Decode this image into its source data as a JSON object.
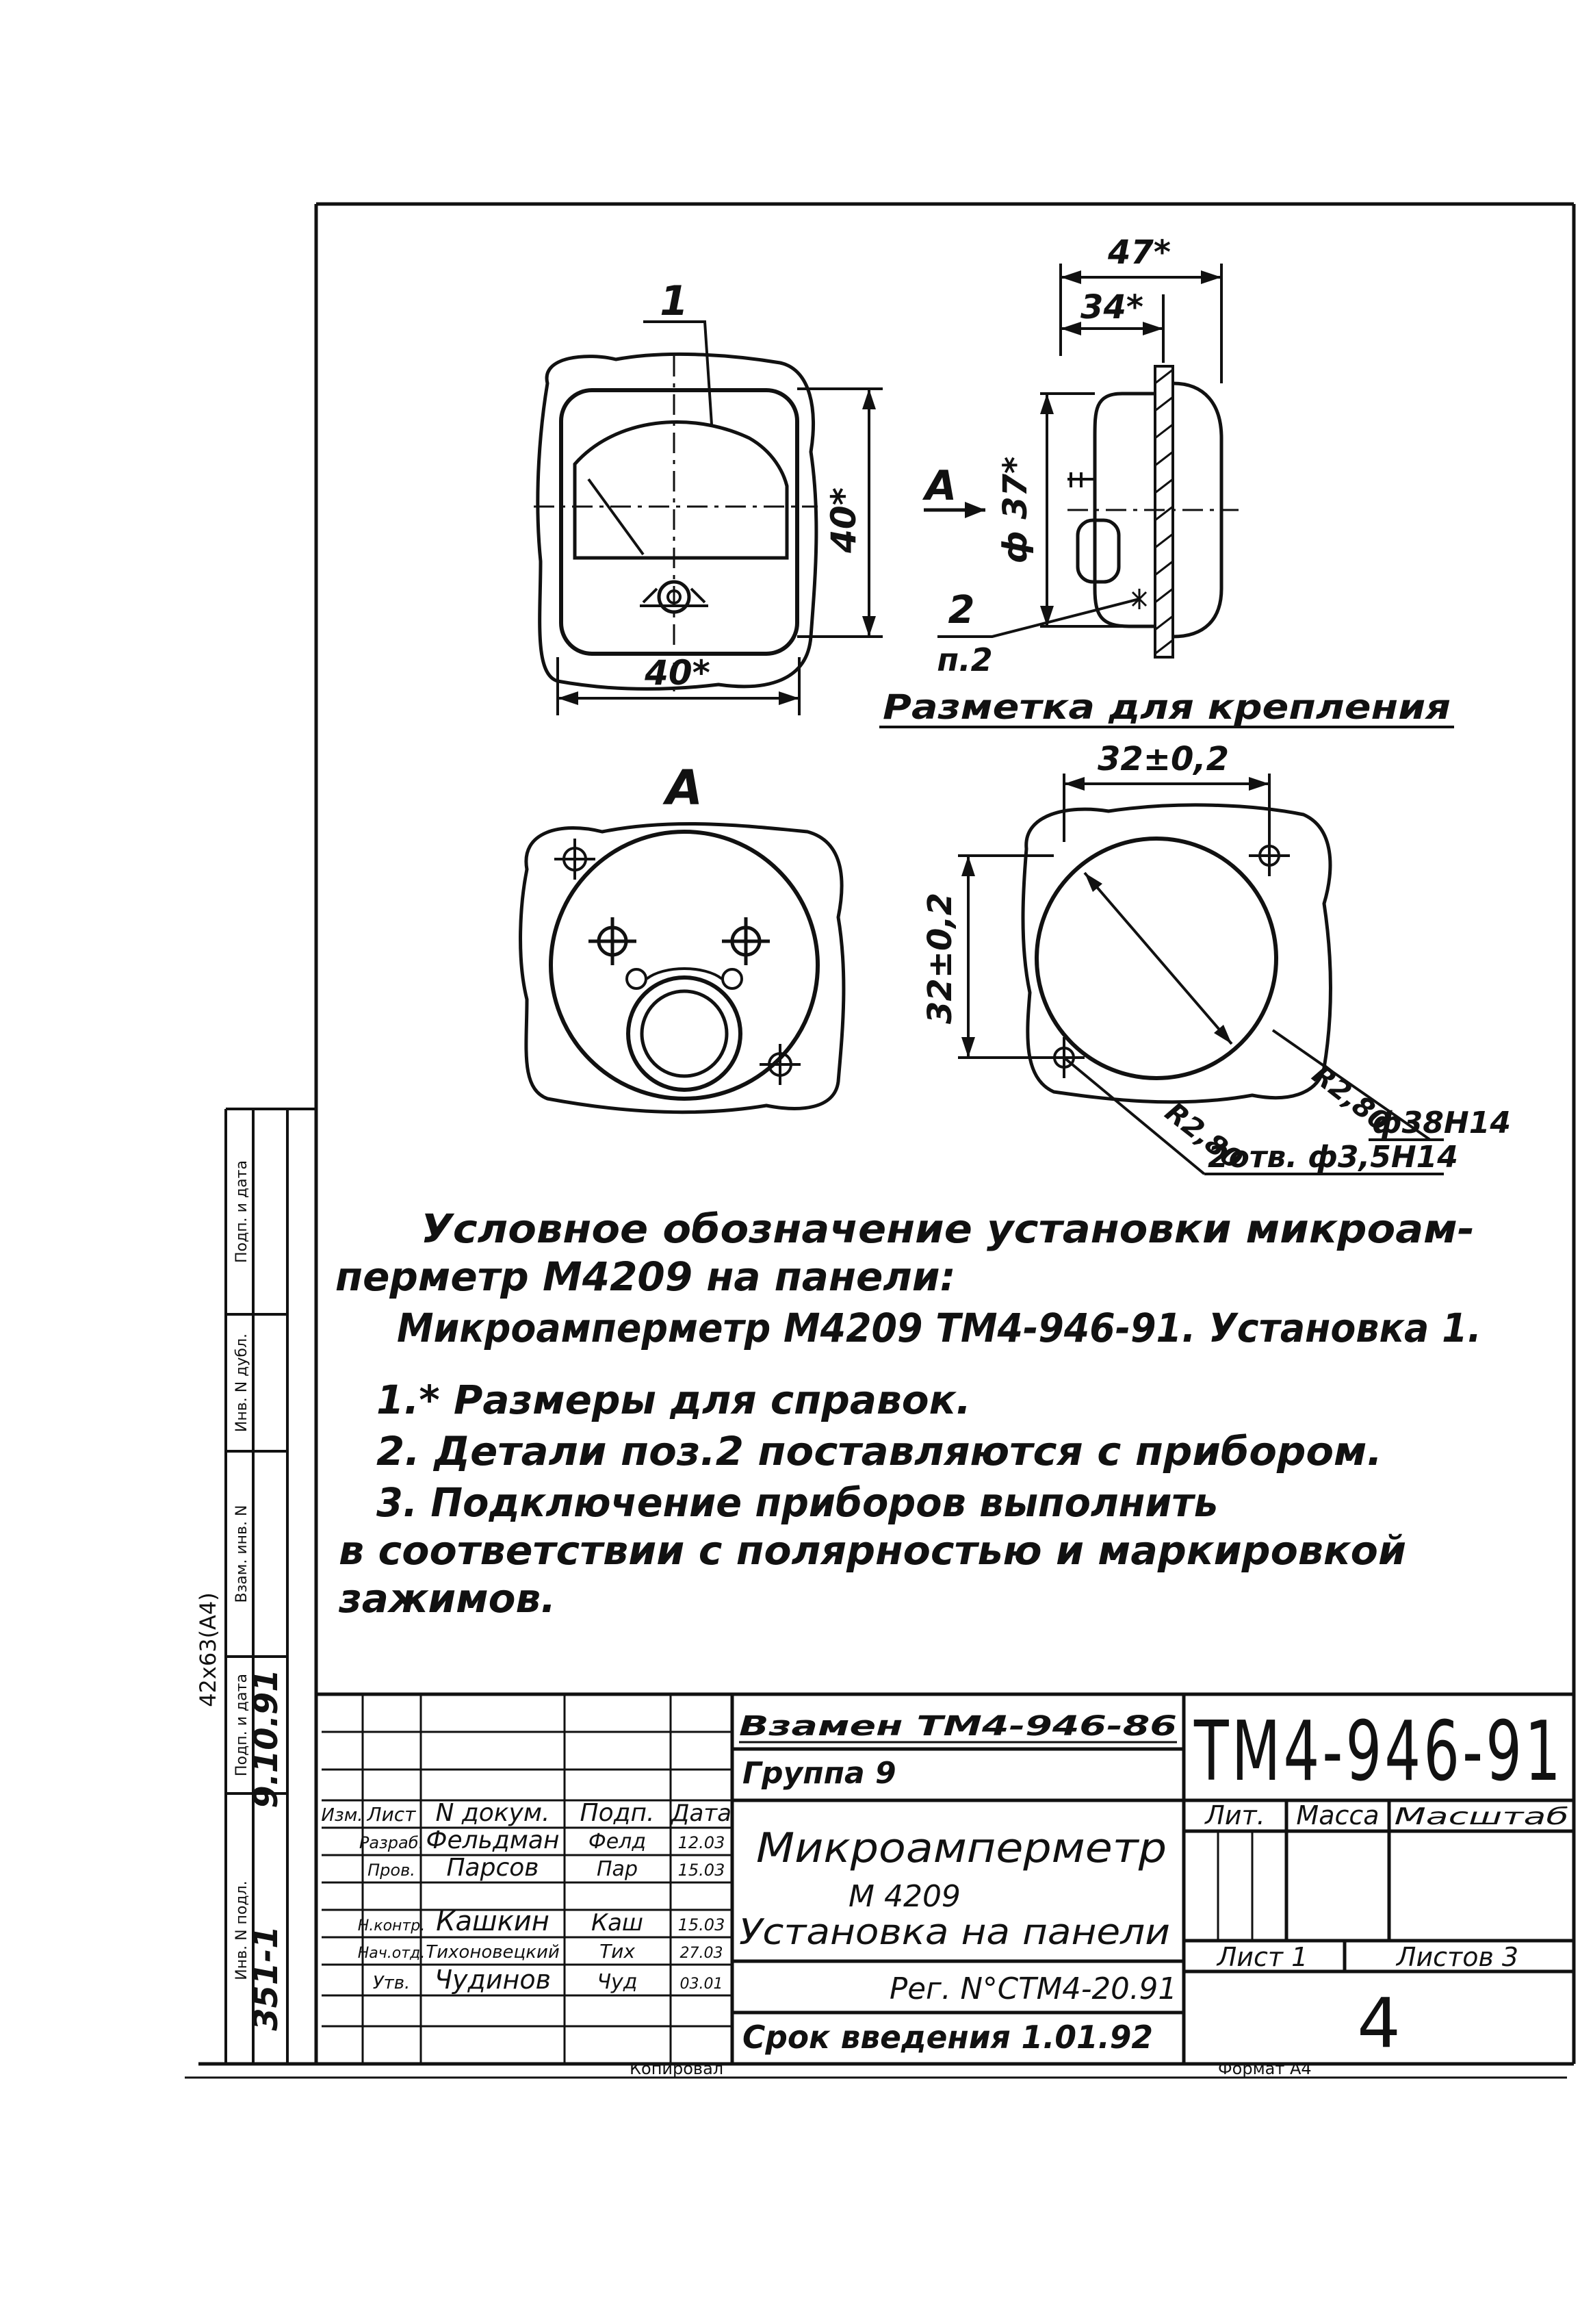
{
  "drawing": {
    "labels": {
      "pos1": "1",
      "pos2": "2",
      "pos2_note": "п.2",
      "view_a_arrow": "А",
      "view_a_title": "А",
      "dim_width_front": "40*",
      "dim_height_front": "40*",
      "dim_depth_total": "47*",
      "dim_depth_body": "34*",
      "dim_diameter_side": "ф 37*",
      "markup_title": "Разметка для крепления",
      "dim_hole_spacing_h": "32±0,2",
      "dim_hole_spacing_v": "32±0,2",
      "dim_radius_1": "R2,80",
      "dim_radius_2": "R2,80",
      "dim_cutout": "ф38Н14",
      "dim_holes": "2отв. ф3,5Н14"
    }
  },
  "notes": {
    "designation_line1": "Условное обозначение установки микроам-",
    "designation_line2": "перметр М4209 на панели:",
    "designation_line3": "Микроамперметр М4209 ТМ4-946-91. Установка 1.",
    "note1": "1.* Размеры для справок.",
    "note2": "2. Детали поз.2 поставляются с прибором.",
    "note3_line1": "3. Подключение приборов выполнить",
    "note3_line2": "в соответствии с полярностью и маркировкой",
    "note3_line3": "зажимов."
  },
  "title_block": {
    "replaces": "Взамен ТМ4-946-86",
    "group": "Группа 9",
    "designation": "ТМ4-946-91",
    "product_line1": "Микроамперметр",
    "product_line2": "М 4209",
    "product_line3": "Установка на панели",
    "reg_number": "Рег. N°СТМ4-20.91",
    "effective_date": "Срок введения 1.01.92",
    "lit_header": "Лит.",
    "mass_header": "Масса",
    "scale_header": "Масштаб",
    "sheet_label": "Лист 1",
    "sheets_label": "Листов 3",
    "page_number": "4",
    "col_headers": [
      "Изм.",
      "Лист",
      "N докум.",
      "Подп.",
      "Дата"
    ],
    "rows": [
      {
        "role": "Разраб.",
        "name": "Фельдман",
        "sign": "Фелд",
        "date": "12.03"
      },
      {
        "role": "Пров.",
        "name": "Парсов",
        "sign": "Пар",
        "date": "15.03"
      },
      {
        "role": "Н.контр.",
        "name": "Кашкин",
        "sign": "Каш",
        "date": "15.03"
      },
      {
        "role": "Нач.отд.",
        "name": "Тихоновецкий",
        "sign": "Тих",
        "date": "27.03"
      },
      {
        "role": "Утв.",
        "name": "Чудинов",
        "sign": "Чуд",
        "date": "03.01"
      }
    ],
    "copied": "Копировал",
    "format": "Формат А4"
  },
  "side_strip": {
    "format_mark": "42x63(А4)",
    "inv_number": "Инв. N подл.",
    "sign_date": "Подп. и дата",
    "replace_inv": "Взам. инв. N",
    "inv_dup": "Инв. N дубл.",
    "sign_date2": "Подп. и дата",
    "inv_value": "351-1",
    "date_value": "9.10.91"
  }
}
